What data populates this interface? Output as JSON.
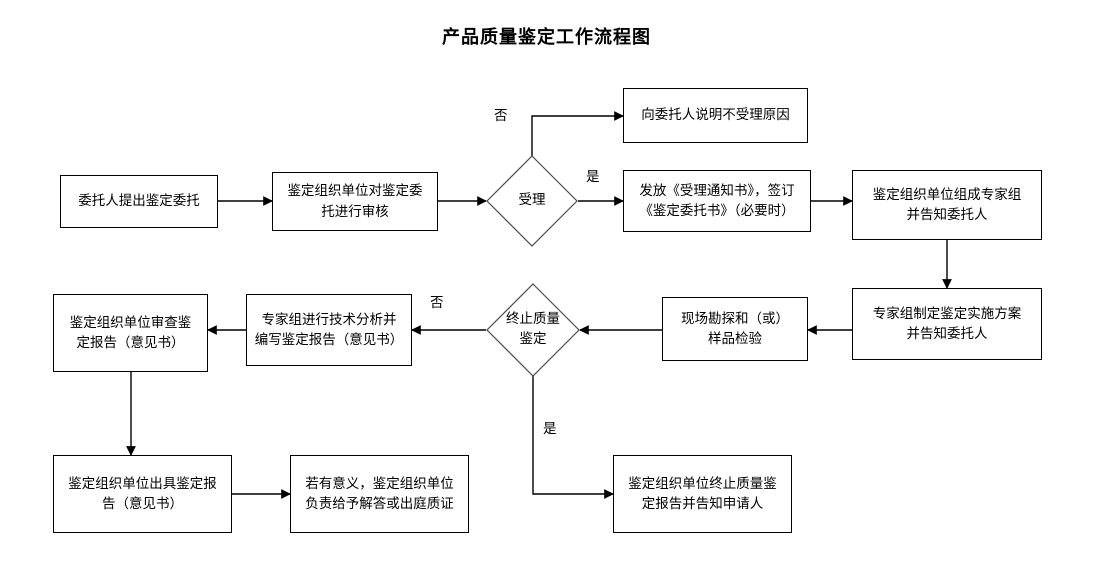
{
  "document": {
    "title": "产品质量鉴定工作流程图"
  },
  "nodes": {
    "n1": {
      "label": "委托人提出鉴定委托"
    },
    "n2": {
      "label": "鉴定组织单位对鉴定委\n托进行审核"
    },
    "d1": {
      "label": "受理"
    },
    "n3": {
      "label": "向委托人说明不受理原因"
    },
    "n4": {
      "label": "发放《受理通知书》，签订\n《鉴定委托书》（必要时）"
    },
    "n5": {
      "label": "鉴定组织单位组成专家组\n并告知委托人"
    },
    "n6": {
      "label": "专家组制定鉴定实施方案\n并告知委托人"
    },
    "n7": {
      "label": "现场勘探和（或）\n样品检验"
    },
    "d2": {
      "label": "终止质量\n鉴定"
    },
    "n8": {
      "label": "专家组进行技术分析并\n编写鉴定报告（意见书）"
    },
    "n9": {
      "label": "鉴定组织单位审查鉴\n定报告（意见书）"
    },
    "n10": {
      "label": "鉴定组织单位出具鉴定报\n告（意见书）"
    },
    "n11": {
      "label": "若有意义，鉴定组织单位\n负责给予解答或出庭质证"
    },
    "n12": {
      "label": "鉴定组织单位终止质量鉴\n定报告并告知申请人"
    }
  },
  "edge_labels": {
    "d1_no": "否",
    "d1_yes": "是",
    "d2_no": "否",
    "d2_yes": "是"
  },
  "colors": {
    "stroke": "#000000",
    "background": "#ffffff",
    "text": "#000000"
  }
}
